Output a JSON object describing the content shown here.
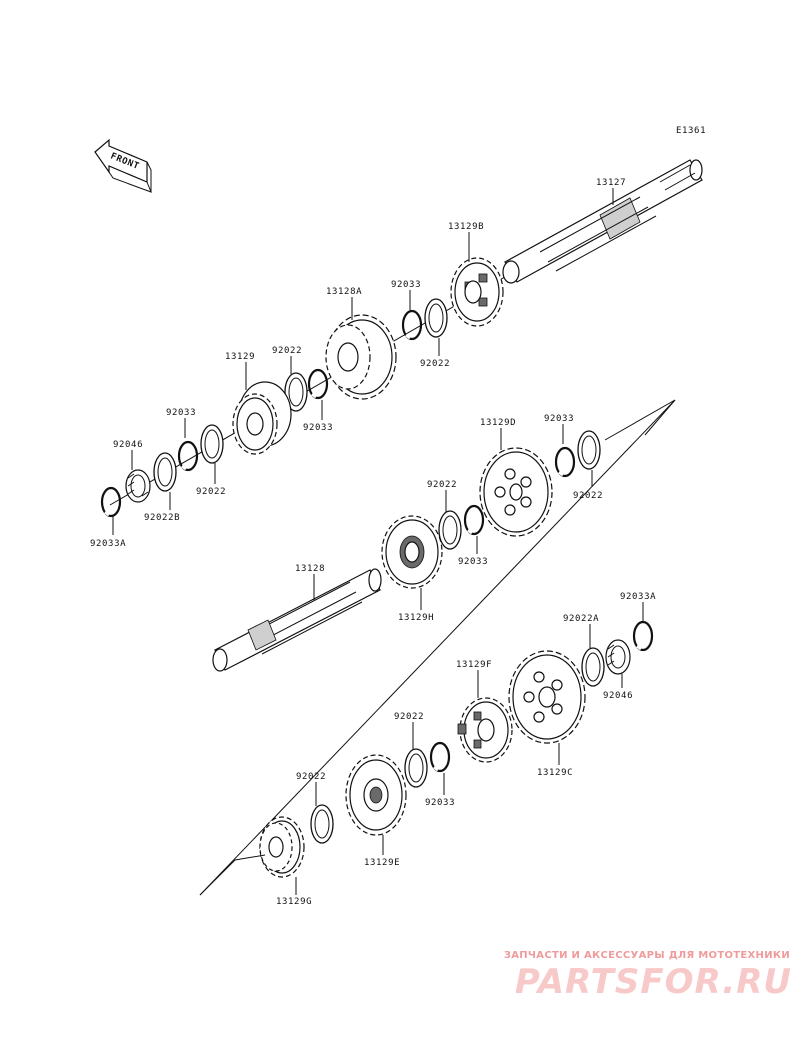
{
  "diagram": {
    "ref_code": "E1361",
    "front_label": "FRONT",
    "labels": {
      "p13127": "13127",
      "p13129B": "13129B",
      "p92033_a": "92033",
      "p13128A": "13128A",
      "p92022_a": "92022",
      "p13129": "13129",
      "p92022_b": "92022",
      "p92033_b": "92033",
      "p92033_c": "92033",
      "p92046_a": "92046",
      "p92022_c": "92022",
      "p92022B": "92022B",
      "p92033A_a": "92033A",
      "p13129D": "13129D",
      "p92033_d": "92033",
      "p92022_d": "92022",
      "p92022_e": "92022",
      "p92033_e": "92033",
      "p13128": "13128",
      "p13129H": "13129H",
      "p92033A_b": "92033A",
      "p92022A": "92022A",
      "p92046_b": "92046",
      "p13129F": "13129F",
      "p13129C": "13129C",
      "p92022_f": "92022",
      "p92033_f": "92033",
      "p92022_g": "92022",
      "p13129E": "13129E",
      "p13129G": "13129G"
    }
  },
  "watermark": {
    "tagline": "ЗАПЧАСТИ И АКСЕССУАРЫ ДЛЯ МОТОТЕХНИКИ",
    "logo": "PARTSFOR.RU"
  }
}
